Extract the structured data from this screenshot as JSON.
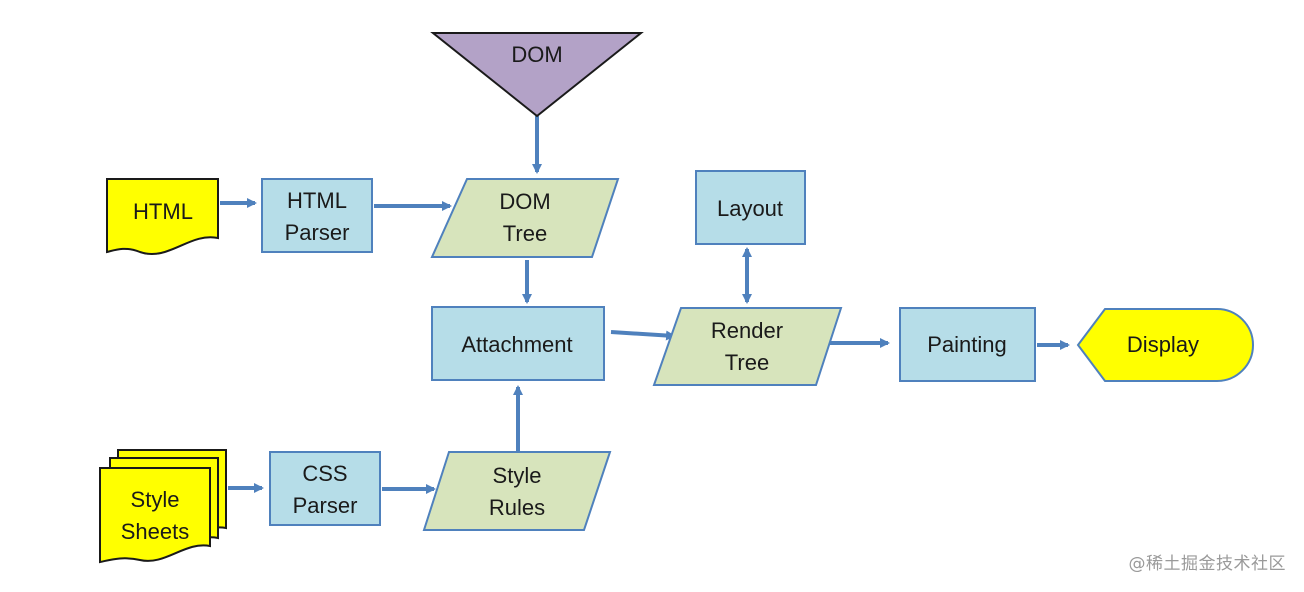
{
  "nodes": {
    "dom": {
      "lines": [
        "DOM"
      ]
    },
    "html": {
      "lines": [
        "HTML"
      ]
    },
    "html_parser": {
      "lines": [
        "HTML",
        "Parser"
      ]
    },
    "dom_tree": {
      "lines": [
        "DOM",
        "Tree"
      ]
    },
    "layout": {
      "lines": [
        "Layout"
      ]
    },
    "attachment": {
      "lines": [
        "Attachment"
      ]
    },
    "render_tree": {
      "lines": [
        "Render",
        "Tree"
      ]
    },
    "painting": {
      "lines": [
        "Painting"
      ]
    },
    "display": {
      "lines": [
        "Display"
      ]
    },
    "style_sheets": {
      "lines": [
        "Style",
        "Sheets"
      ]
    },
    "css_parser": {
      "lines": [
        "CSS",
        "Parser"
      ]
    },
    "style_rules": {
      "lines": [
        "Style",
        "Rules"
      ]
    }
  },
  "edges": [
    {
      "from": "DOM",
      "to": "DOM Tree"
    },
    {
      "from": "HTML",
      "to": "HTML Parser"
    },
    {
      "from": "HTML Parser",
      "to": "DOM Tree"
    },
    {
      "from": "DOM Tree",
      "to": "Attachment"
    },
    {
      "from": "Style Sheets",
      "to": "CSS Parser"
    },
    {
      "from": "CSS Parser",
      "to": "Style Rules"
    },
    {
      "from": "Style Rules",
      "to": "Attachment"
    },
    {
      "from": "Attachment",
      "to": "Render Tree"
    },
    {
      "from": "Render Tree",
      "to": "Layout",
      "bidirectional": true
    },
    {
      "from": "Render Tree",
      "to": "Painting"
    },
    {
      "from": "Painting",
      "to": "Display"
    }
  ],
  "colors": {
    "process_fill": "#b6dde8",
    "data_fill": "#d7e4bc",
    "io_fill": "#ffff00",
    "dom_fill": "#b3a2c7",
    "stroke": "#4f81bd",
    "arrow": "#4f81bd"
  },
  "watermark": "@稀土掘金技术社区"
}
